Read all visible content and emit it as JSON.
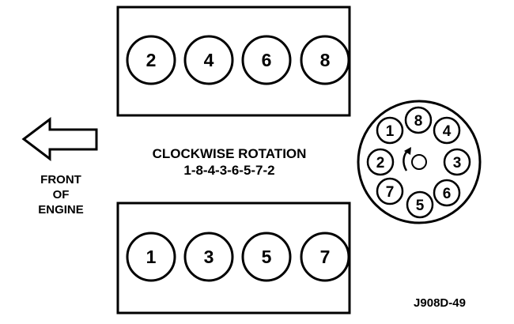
{
  "title_line1": "CLOCKWISE ROTATION",
  "title_line2": "1-8-4-3-6-5-7-2",
  "front_label": [
    "FRONT",
    "OF",
    "ENGINE"
  ],
  "figure_code": "J908D-49",
  "top_bank": [
    "2",
    "4",
    "6",
    "8"
  ],
  "bottom_bank": [
    "1",
    "3",
    "5",
    "7"
  ],
  "distributor_terminals": [
    "8",
    "4",
    "3",
    "6",
    "5",
    "7",
    "2",
    "1"
  ],
  "colors": {
    "stroke": "#000000",
    "background": "#ffffff"
  }
}
